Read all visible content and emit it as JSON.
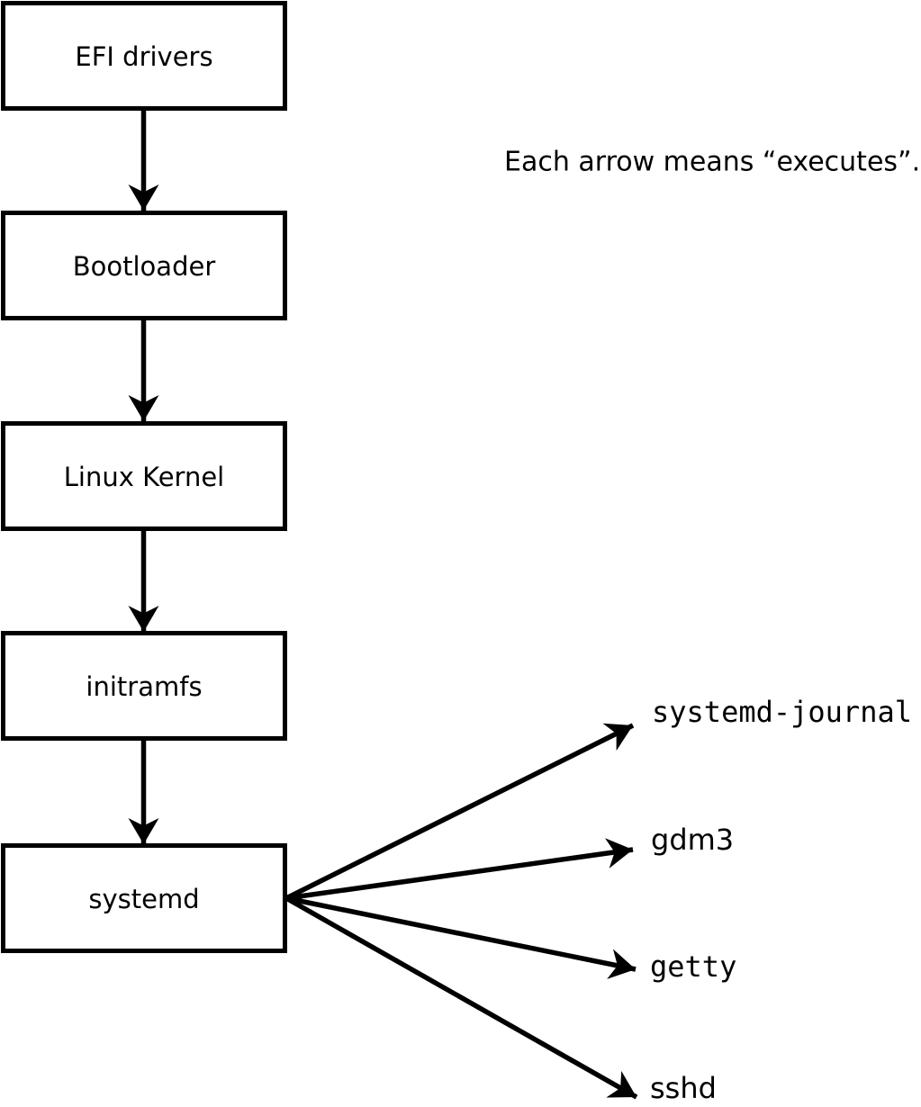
{
  "note": {
    "text": "Each arrow means “executes”."
  },
  "boot_chain": [
    {
      "label": "EFI drivers"
    },
    {
      "label": "Bootloader"
    },
    {
      "label": "Linux Kernel"
    },
    {
      "label": "initramfs"
    },
    {
      "label": "systemd"
    }
  ],
  "systemd_children": [
    {
      "label": "systemd-journal"
    },
    {
      "label": "gdm3"
    },
    {
      "label": "getty"
    },
    {
      "label": "sshd"
    }
  ],
  "colors": {
    "ink": "#000000",
    "paper": "#ffffff"
  }
}
